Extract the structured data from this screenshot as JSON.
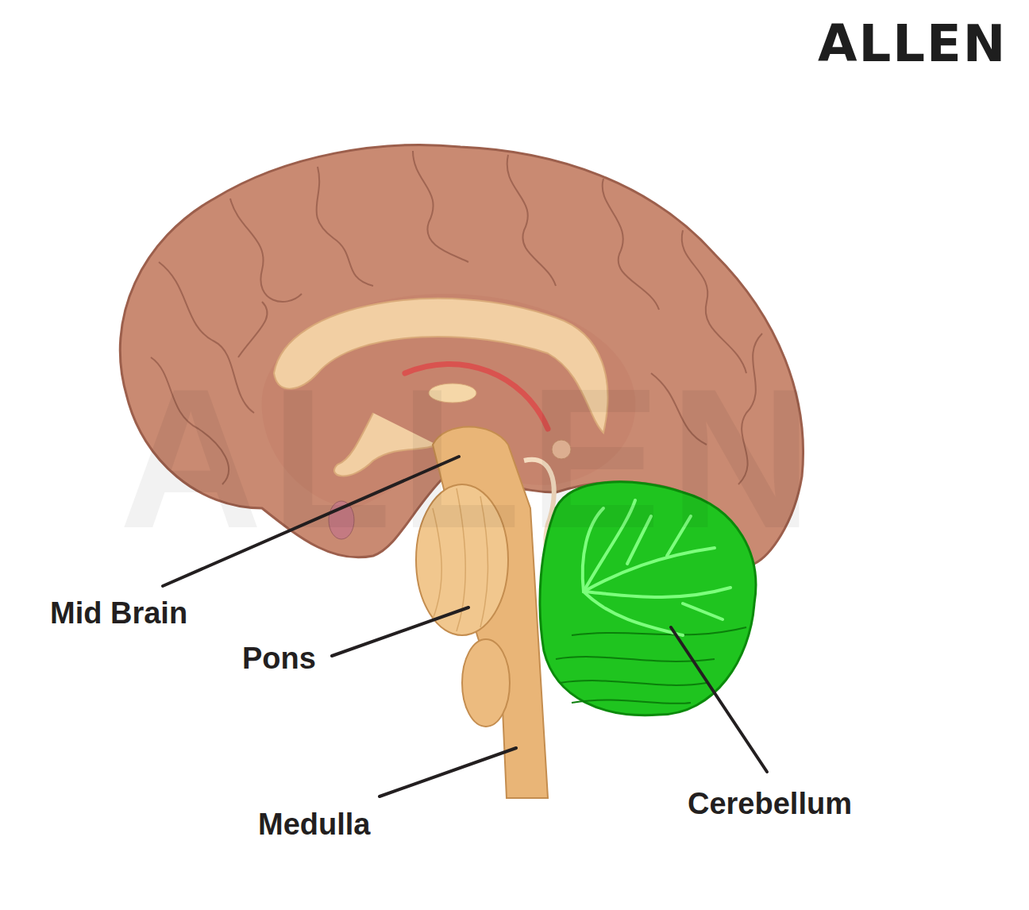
{
  "diagram": {
    "labels": [
      "ALLEN",
      "ALLEN",
      "Mid Brain",
      "Pons",
      "Medulla",
      "Cerebellum"
    ]
  }
}
